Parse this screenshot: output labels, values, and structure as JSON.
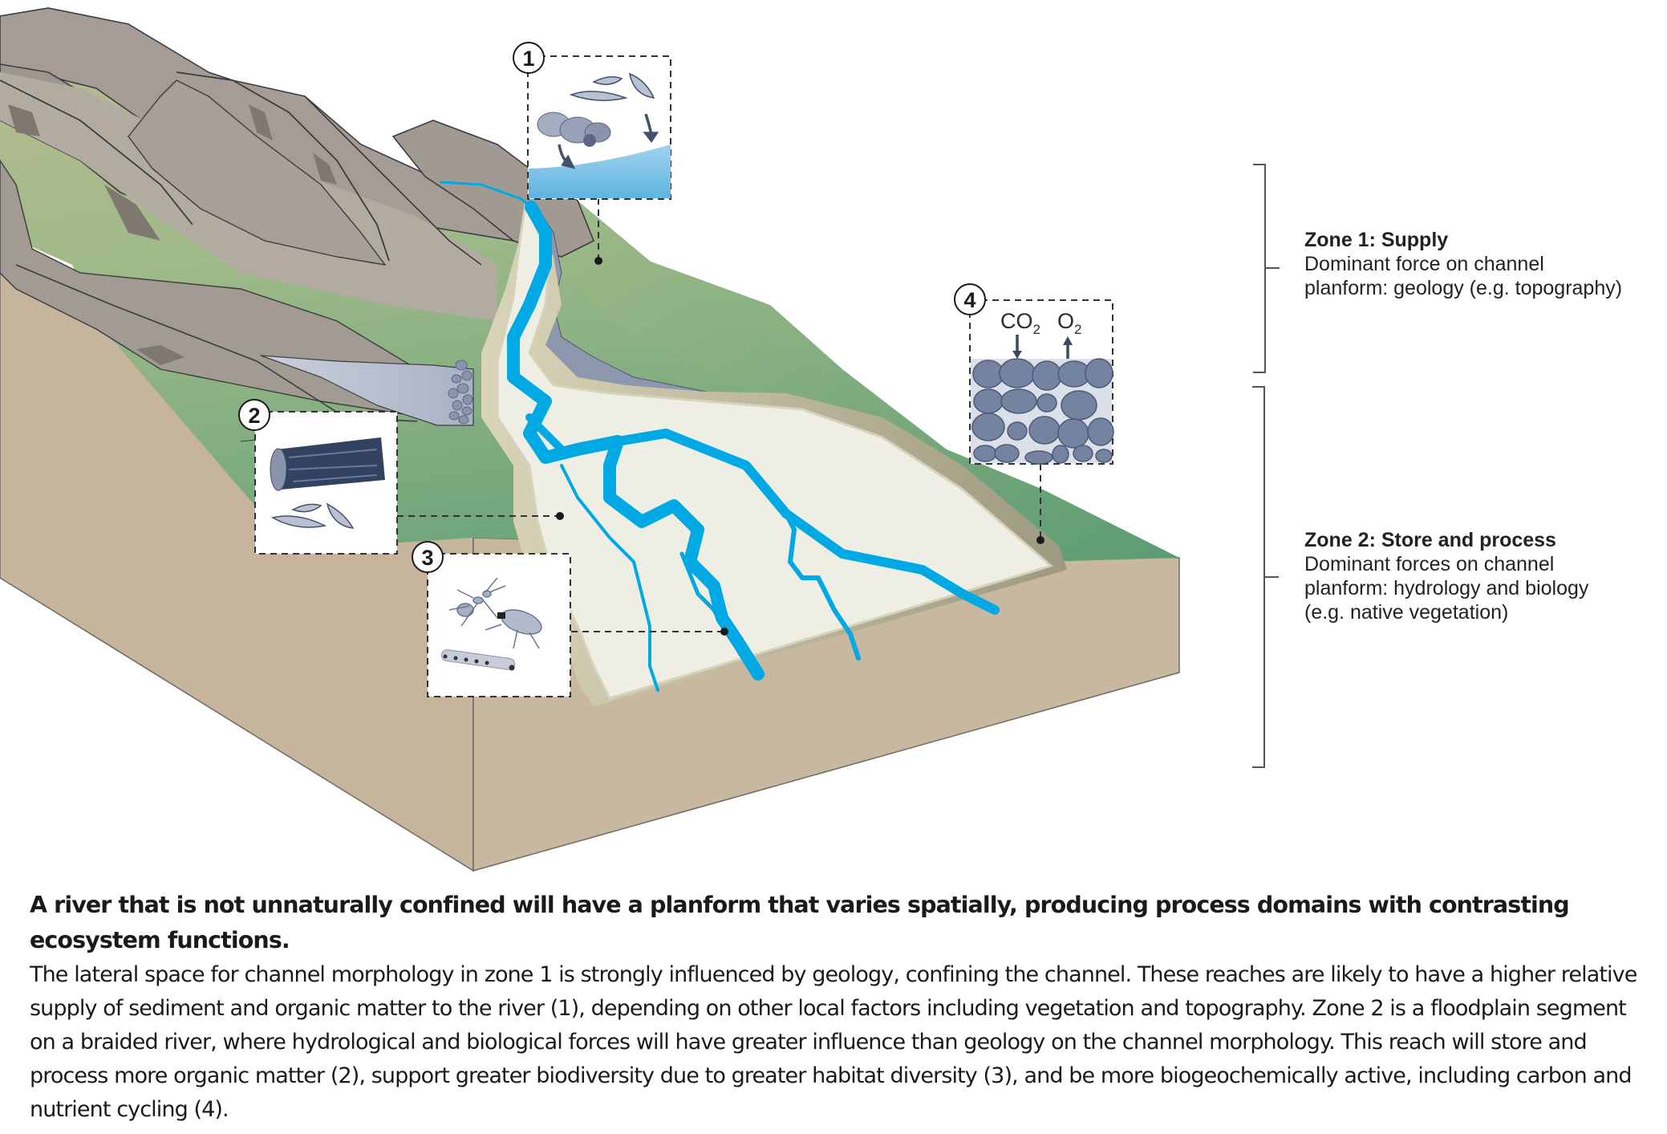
{
  "figure": {
    "insets": [
      {
        "number": "1",
        "topic": "sediment and organic matter supply",
        "icons": [
          "rocks-icon",
          "leaves-icon",
          "down-arrow-icon",
          "water-icon"
        ]
      },
      {
        "number": "2",
        "topic": "organic matter storage",
        "icons": [
          "log-icon",
          "leaves-icon"
        ]
      },
      {
        "number": "3",
        "topic": "biodiversity",
        "icons": [
          "ant-icon",
          "beetle-icon",
          "larva-icon"
        ]
      },
      {
        "number": "4",
        "topic": "biogeochemical cycling",
        "icons": [
          "gravel-icon",
          "down-arrow-icon",
          "up-arrow-icon"
        ],
        "gas_in": {
          "base": "CO",
          "sub": "2"
        },
        "gas_out": {
          "base": "O",
          "sub": "2"
        }
      }
    ],
    "zones": [
      {
        "title": "Zone 1: Supply",
        "description": "Dominant force on channel\nplanform: geology (e.g. topography)"
      },
      {
        "title": "Zone 2: Store and process",
        "description": "Dominant forces on channel\nplanform: hydrology and biology\n(e.g. native vegetation)"
      }
    ],
    "colors": {
      "water": "#00a8e4",
      "floodplain": "#efeee4",
      "grass": "#93b784",
      "mountain": "#a39c94",
      "soil": "#c7b79f",
      "inset_rock": "#7383a0"
    }
  },
  "caption": {
    "title": "A river that is not unnaturally confined will have a planform that varies spatially, producing process domains with contrasting ecosystem functions.",
    "body": "The lateral space for channel morphology in zone 1 is strongly influenced by geology, confining the channel. These reaches are likely to have a higher relative supply of sediment and organic matter to the river (1), depending on other local factors including vegetation and topography. Zone 2 is a floodplain segment on a braided river, where hydrological and biological forces will have greater influence than geology on the channel morphology. This reach will store and process more organic matter (2), support greater biodiversity due to greater habitat diversity (3), and be more biogeochemically active, including carbon and nutrient cycling (4)."
  }
}
